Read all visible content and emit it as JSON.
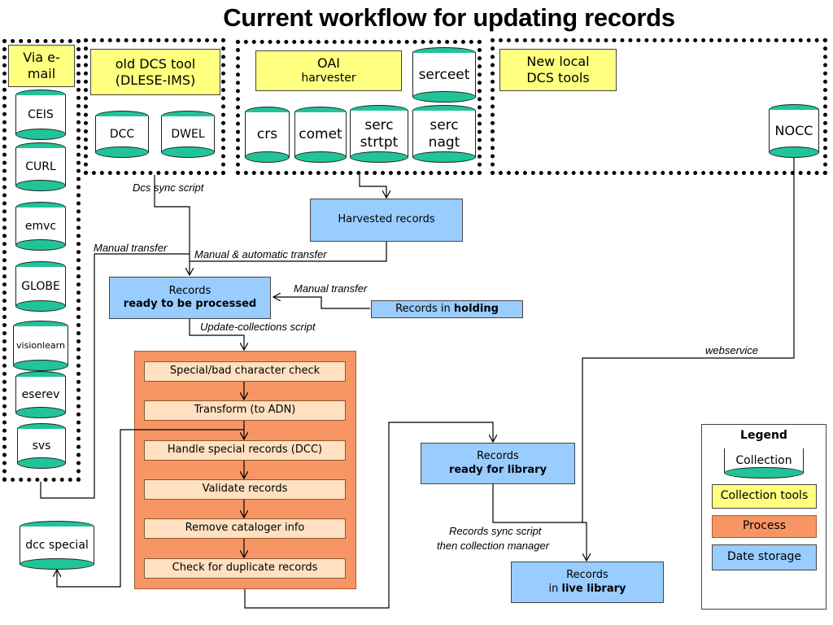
{
  "title": "Current workflow for updating records",
  "groups": {
    "email": {
      "label": "Via e-mail",
      "collections": [
        "CEIS",
        "CURL",
        "emvc",
        "GLOBE",
        "visionlearn",
        "eserev",
        "svs"
      ]
    },
    "old_dcs": {
      "label_1": "old DCS tool",
      "label_2": "(DLESE-IMS)",
      "collections": [
        "DCC",
        "DWEL"
      ]
    },
    "oai": {
      "label_1": "OAI",
      "label_2": "harvester",
      "collections": [
        "serceet",
        "crs",
        "comet",
        "serc strtpt",
        "serc nagt"
      ]
    },
    "new_local": {
      "label_1": "New local",
      "label_2": "DCS tools",
      "collections": [
        "NOCC"
      ]
    }
  },
  "boxes": {
    "harvested": "Harvested records",
    "ready_processed_1": "Records",
    "ready_processed_2": "ready to be processed",
    "holding_pre": "Records in ",
    "holding_bold": "holding",
    "ready_library_1": "Records",
    "ready_library_2": "ready for library",
    "live_pre": "in ",
    "live_1": "Records",
    "live_bold": "live library",
    "dcc_special": "dcc special"
  },
  "process_steps": [
    "Special/bad character check",
    "Transform (to ADN)",
    "Handle special records (DCC)",
    "Validate records",
    "Remove cataloger info",
    "Check for duplicate records"
  ],
  "annotations": {
    "dcs_sync": "Dcs sync script",
    "manual_transfer_left": "Manual transfer",
    "manual_auto": "Manual & automatic transfer",
    "manual_transfer_right": "Manual transfer",
    "update_collections": "Update-collections script",
    "webservice": "webservice",
    "records_sync_1": "Records sync script",
    "records_sync_2": "then collection manager"
  },
  "legend": {
    "title": "Legend",
    "collection": "Collection",
    "collection_tools": "Collection tools",
    "process": "Process",
    "date_storage": "Date storage"
  },
  "colors": {
    "collection_tools": "#ffff80",
    "process": "#f79565",
    "storage": "#99ccff",
    "cylinder_cap": "#20c498"
  }
}
